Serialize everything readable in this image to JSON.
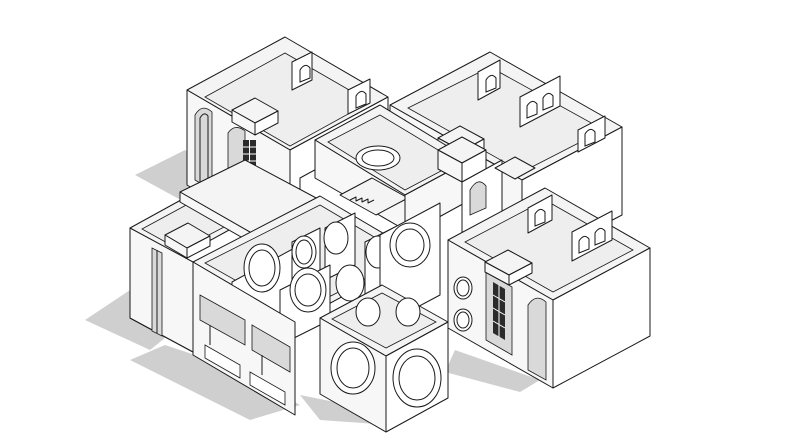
{
  "view": {
    "projection": "isometric",
    "background_color": "#ffffff",
    "line_color": "#1a1a1a",
    "shadow_color": "#cfcfcf",
    "wall_fill": "#f7f7f7"
  },
  "blocks": [
    {
      "name": "north-west-room",
      "features": [
        "arched-doorway",
        "paned-window",
        "roof-bench"
      ]
    },
    {
      "name": "north-east-room",
      "features": [
        "arched-niches",
        "roof-bench"
      ]
    },
    {
      "name": "central-stair-block",
      "features": [
        "round-window",
        "stair-landing"
      ]
    },
    {
      "name": "west-tall-room",
      "features": [
        "tall-slot-window"
      ]
    },
    {
      "name": "west-wing-flat-roof",
      "features": [
        "skylight-box"
      ]
    },
    {
      "name": "front-circle-corridor",
      "features": [
        "round-arches",
        "lit-floor"
      ]
    },
    {
      "name": "front-cube",
      "features": [
        "round-window",
        "round-window"
      ]
    },
    {
      "name": "south-east-room",
      "features": [
        "porthole-windows",
        "paned-window",
        "arched-doorway"
      ]
    }
  ]
}
